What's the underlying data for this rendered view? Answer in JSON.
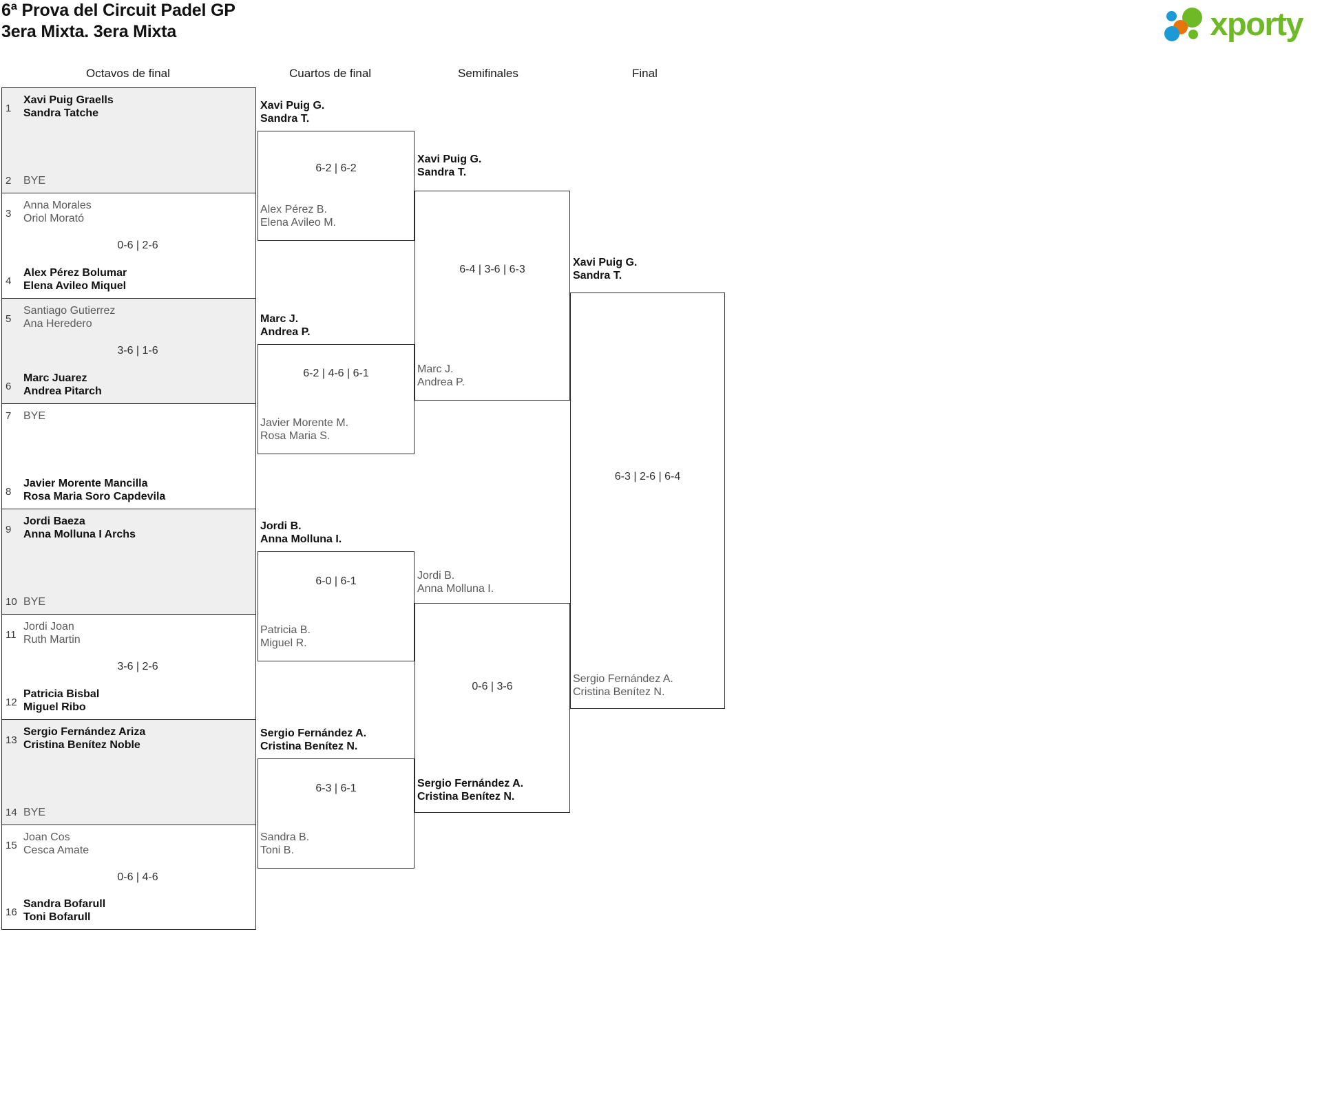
{
  "header": {
    "title_line1": "6ª Prova del Circuit Padel GP",
    "title_line2": "3era Mixta. 3era Mixta",
    "logo_text": "xporty"
  },
  "rounds": [
    {
      "label": "Octavos de final"
    },
    {
      "label": "Cuartos de final"
    },
    {
      "label": "Semifinales"
    },
    {
      "label": "Final"
    }
  ],
  "round1": [
    {
      "shade": true,
      "score": "",
      "top": {
        "seed": "1",
        "p1": "Xavi Puig Graells",
        "p2": "Sandra Tatche",
        "result": "winner"
      },
      "bottom": {
        "seed": "2",
        "p1": "BYE",
        "p2": "",
        "result": "bye"
      }
    },
    {
      "shade": false,
      "score": "0-6 | 2-6",
      "top": {
        "seed": "3",
        "p1": "Anna Morales",
        "p2": "Oriol Morató",
        "result": "loser"
      },
      "bottom": {
        "seed": "4",
        "p1": "Alex Pérez Bolumar",
        "p2": "Elena Avileo Miquel",
        "result": "winner"
      }
    },
    {
      "shade": true,
      "score": "3-6 | 1-6",
      "top": {
        "seed": "5",
        "p1": "Santiago Gutierrez",
        "p2": "Ana Heredero",
        "result": "loser"
      },
      "bottom": {
        "seed": "6",
        "p1": "Marc Juarez",
        "p2": "Andrea Pitarch",
        "result": "winner"
      }
    },
    {
      "shade": false,
      "score": "",
      "top": {
        "seed": "7",
        "p1": "BYE",
        "p2": "",
        "result": "bye"
      },
      "bottom": {
        "seed": "8",
        "p1": "Javier Morente Mancilla",
        "p2": "Rosa Maria Soro Capdevila",
        "result": "winner"
      }
    },
    {
      "shade": true,
      "score": "",
      "top": {
        "seed": "9",
        "p1": "Jordi Baeza",
        "p2": "Anna Molluna I Archs",
        "result": "winner"
      },
      "bottom": {
        "seed": "10",
        "p1": "BYE",
        "p2": "",
        "result": "bye"
      }
    },
    {
      "shade": false,
      "score": "3-6 | 2-6",
      "top": {
        "seed": "11",
        "p1": "Jordi Joan",
        "p2": "Ruth Martin",
        "result": "loser"
      },
      "bottom": {
        "seed": "12",
        "p1": "Patricia Bisbal",
        "p2": "Miguel Ribo",
        "result": "winner"
      }
    },
    {
      "shade": true,
      "score": "",
      "top": {
        "seed": "13",
        "p1": "Sergio Fernández Ariza",
        "p2": "Cristina Benítez Noble",
        "result": "winner"
      },
      "bottom": {
        "seed": "14",
        "p1": "BYE",
        "p2": "",
        "result": "bye"
      }
    },
    {
      "shade": false,
      "score": "0-6 | 4-6",
      "top": {
        "seed": "15",
        "p1": "Joan Cos",
        "p2": "Cesca Amate",
        "result": "loser"
      },
      "bottom": {
        "seed": "16",
        "p1": "Sandra Bofarull",
        "p2": "Toni Bofarull",
        "result": "winner"
      }
    }
  ],
  "quarterfinals": [
    {
      "winner_p1": "Xavi Puig G.",
      "winner_p2": "Sandra T.",
      "loser_p1": "Alex Pérez B.",
      "loser_p2": "Elena Avileo M.",
      "score": "6-2 | 6-2"
    },
    {
      "winner_p1": "Marc J.",
      "winner_p2": "Andrea P.",
      "loser_p1": "Javier Morente M.",
      "loser_p2": "Rosa Maria S.",
      "score": "6-2 | 4-6 | 6-1"
    },
    {
      "winner_p1": "Jordi B.",
      "winner_p2": "Anna Molluna I.",
      "loser_p1": "Patricia B.",
      "loser_p2": "Miguel R.",
      "score": "6-0 | 6-1"
    },
    {
      "winner_p1": "Sergio Fernández A.",
      "winner_p2": "Cristina Benítez N.",
      "loser_p1": "Sandra B.",
      "loser_p2": "Toni B.",
      "score": "6-3 | 6-1"
    }
  ],
  "semifinals": [
    {
      "top_p1": "Xavi Puig G.",
      "top_p2": "Sandra T.",
      "top_result": "winner",
      "bottom_p1": "Marc J.",
      "bottom_p2": "Andrea P.",
      "bottom_result": "loser",
      "score": "6-4 | 3-6 | 6-3"
    },
    {
      "top_p1": "Jordi B.",
      "top_p2": "Anna Molluna I.",
      "top_result": "loser",
      "bottom_p1": "Sergio Fernández A.",
      "bottom_p2": "Cristina Benítez N.",
      "bottom_result": "winner",
      "score": "0-6 | 3-6"
    }
  ],
  "final": {
    "top_p1": "Xavi Puig G.",
    "top_p2": "Sandra T.",
    "top_result": "winner",
    "bottom_p1": "Sergio Fernández A.",
    "bottom_p2": "Cristina Benítez N.",
    "bottom_result": "loser",
    "score": "6-3 | 2-6 | 6-4"
  }
}
